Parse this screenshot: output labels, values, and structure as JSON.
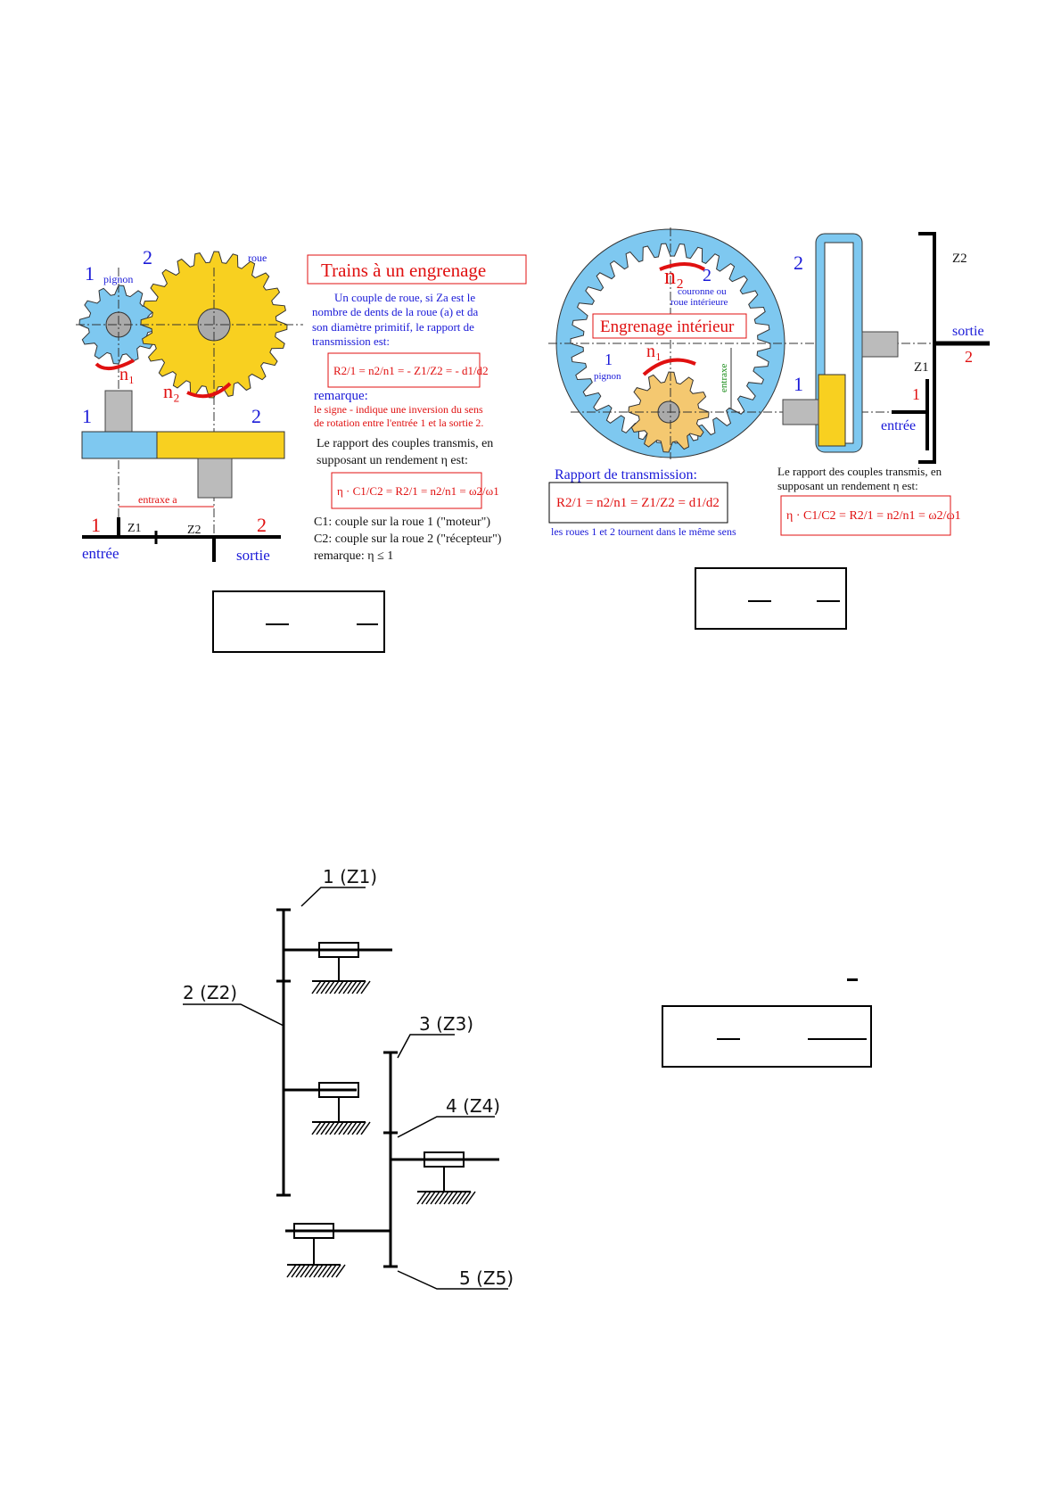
{
  "left_panel": {
    "title": "Trains à un engrenage",
    "label_1": "1",
    "label_pignon": "pignon",
    "label_2": "2",
    "label_roue": "roue",
    "n1": "n₁",
    "n2": "n₂",
    "side_1": "1",
    "side_2": "2",
    "entraxe": "entraxe a",
    "schema": {
      "num1": "1",
      "z1": "Z1",
      "z2": "Z2",
      "num2": "2",
      "entree": "entrée",
      "sortie": "sortie"
    },
    "intro": [
      "Un couple de roue, si Za est le",
      "nombre de dents de la roue (a) et da",
      "son diamètre primitif, le rapport de",
      "transmission est:"
    ],
    "formula1": "R2/1 = n2/n1 = - Z1/Z2 = - d1/d2",
    "remarque_title": "remarque:",
    "remarque": [
      "le signe - indique une inversion du sens",
      "de rotation entre l'entrée 1 et la sortie 2."
    ],
    "couples": [
      "Le rapport des couples transmis, en",
      "supposant un rendement η est:"
    ],
    "formula2": "η · C1/C2 = R2/1 = n2/n1 = ω2/ω1",
    "notes": [
      "C1: couple  sur la roue 1 (\"moteur\")",
      "C2: couple sur la roue 2 (\"récepteur\")",
      "remarque: η ≤ 1"
    ]
  },
  "right_panel": {
    "title": "Engrenage intérieur",
    "n2": "n₂",
    "num2": "2",
    "couronne": [
      "couronne ou",
      "roue intérieure"
    ],
    "n1": "n₁",
    "num1": "1",
    "pignon": "pignon",
    "entraxe": "entraxe",
    "side2": "2",
    "side1": "1",
    "schema": {
      "z2": "Z2",
      "sortie": "sortie",
      "num2": "2",
      "z1": "Z1",
      "num1": "1",
      "entree": "entrée"
    },
    "rapport_title": "Rapport de transmission:",
    "formula1": "R2/1 = n2/n1 = Z1/Z2 = d1/d2",
    "same_sense": "les roues 1 et 2 tournent dans le même sens",
    "couples": [
      "Le rapport des couples transmis, en",
      "supposant un rendement η est:"
    ],
    "formula2": "η · C1/C2 = R2/1 = n2/n1 = ω2/ω1"
  },
  "kinematic": {
    "labels": [
      "1 (Z1)",
      "2 (Z2)",
      "3 (Z3)",
      "4 (Z4)",
      "5 (Z5)"
    ]
  },
  "colors": {
    "blue_gear": "#7ec8f0",
    "yellow_gear": "#f8d020",
    "red": "#e01010",
    "blue_text": "#1a1ad8"
  }
}
